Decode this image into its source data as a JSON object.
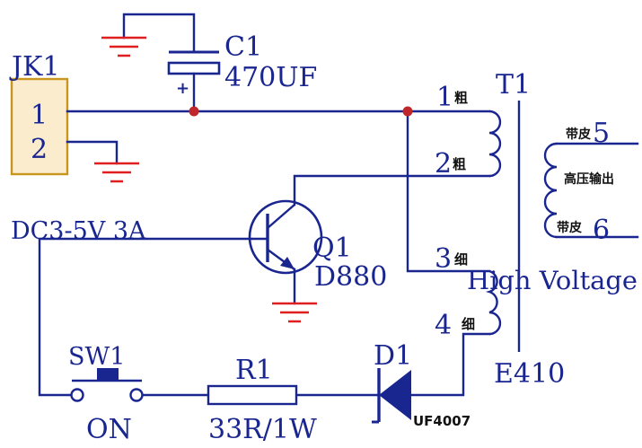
{
  "connector": {
    "ref": "JK1",
    "pin1": "1",
    "pin2": "2",
    "rating": "DC3-5V 3A"
  },
  "capacitor": {
    "ref": "C1",
    "value": "470UF",
    "polarity": "+"
  },
  "transformer": {
    "ref": "T1",
    "model": "E410",
    "title": "High Voltage",
    "pin1": "1",
    "pin1_tag": "粗",
    "pin2": "2",
    "pin2_tag": "粗",
    "pin3": "3",
    "pin3_tag": "细",
    "pin4": "4",
    "pin4_tag": "细",
    "pin5": "5",
    "pin5_tag": "带皮",
    "pin6": "6",
    "pin6_tag": "带皮",
    "output_label": "高压输出"
  },
  "transistor": {
    "ref": "Q1",
    "model": "D880"
  },
  "switch": {
    "ref": "SW1",
    "state": "ON"
  },
  "resistor": {
    "ref": "R1",
    "value": "33R/1W"
  },
  "diode": {
    "ref": "D1",
    "model": "UF4007"
  },
  "colors": {
    "wire": "#1a2690",
    "ground": "#e02020",
    "connector_fill": "#fbeccd",
    "connector_border": "#c8961e"
  }
}
